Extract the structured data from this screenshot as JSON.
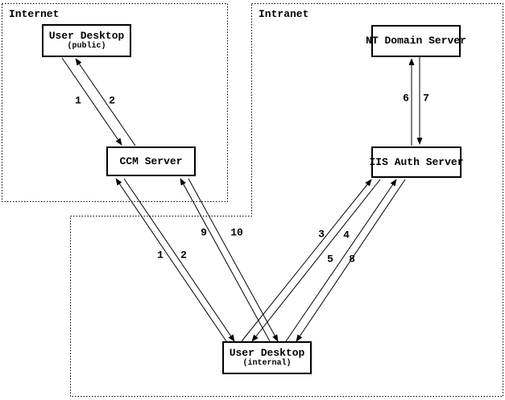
{
  "diagram": {
    "zones": [
      {
        "id": "internet",
        "label": "Internet"
      },
      {
        "id": "intranet",
        "label": "Intranet"
      }
    ],
    "nodes": [
      {
        "id": "user-desktop-public",
        "title": "User Desktop",
        "subtitle": "(public)"
      },
      {
        "id": "ccm-server",
        "title": "CCM Server",
        "subtitle": ""
      },
      {
        "id": "nt-domain-server",
        "title": "NT Domain Server",
        "subtitle": ""
      },
      {
        "id": "iis-auth-server",
        "title": "IIS Auth Server",
        "subtitle": ""
      },
      {
        "id": "user-desktop-internal",
        "title": "User Desktop",
        "subtitle": "(internal)"
      }
    ],
    "edges": [
      {
        "label": "1",
        "from": "user-desktop-public",
        "to": "ccm-server"
      },
      {
        "label": "2",
        "from": "ccm-server",
        "to": "user-desktop-public"
      },
      {
        "label": "1",
        "from": "user-desktop-internal",
        "to": "ccm-server"
      },
      {
        "label": "2",
        "from": "ccm-server",
        "to": "user-desktop-internal"
      },
      {
        "label": "9",
        "from": "user-desktop-internal",
        "to": "ccm-server"
      },
      {
        "label": "10",
        "from": "ccm-server",
        "to": "user-desktop-internal"
      },
      {
        "label": "3",
        "from": "user-desktop-internal",
        "to": "iis-auth-server"
      },
      {
        "label": "4",
        "from": "iis-auth-server",
        "to": "user-desktop-internal"
      },
      {
        "label": "5",
        "from": "user-desktop-internal",
        "to": "iis-auth-server"
      },
      {
        "label": "8",
        "from": "iis-auth-server",
        "to": "user-desktop-internal"
      },
      {
        "label": "6",
        "from": "iis-auth-server",
        "to": "nt-domain-server"
      },
      {
        "label": "7",
        "from": "nt-domain-server",
        "to": "iis-auth-server"
      }
    ],
    "colors": {
      "line": "#000000",
      "background": "#ffffff"
    }
  }
}
